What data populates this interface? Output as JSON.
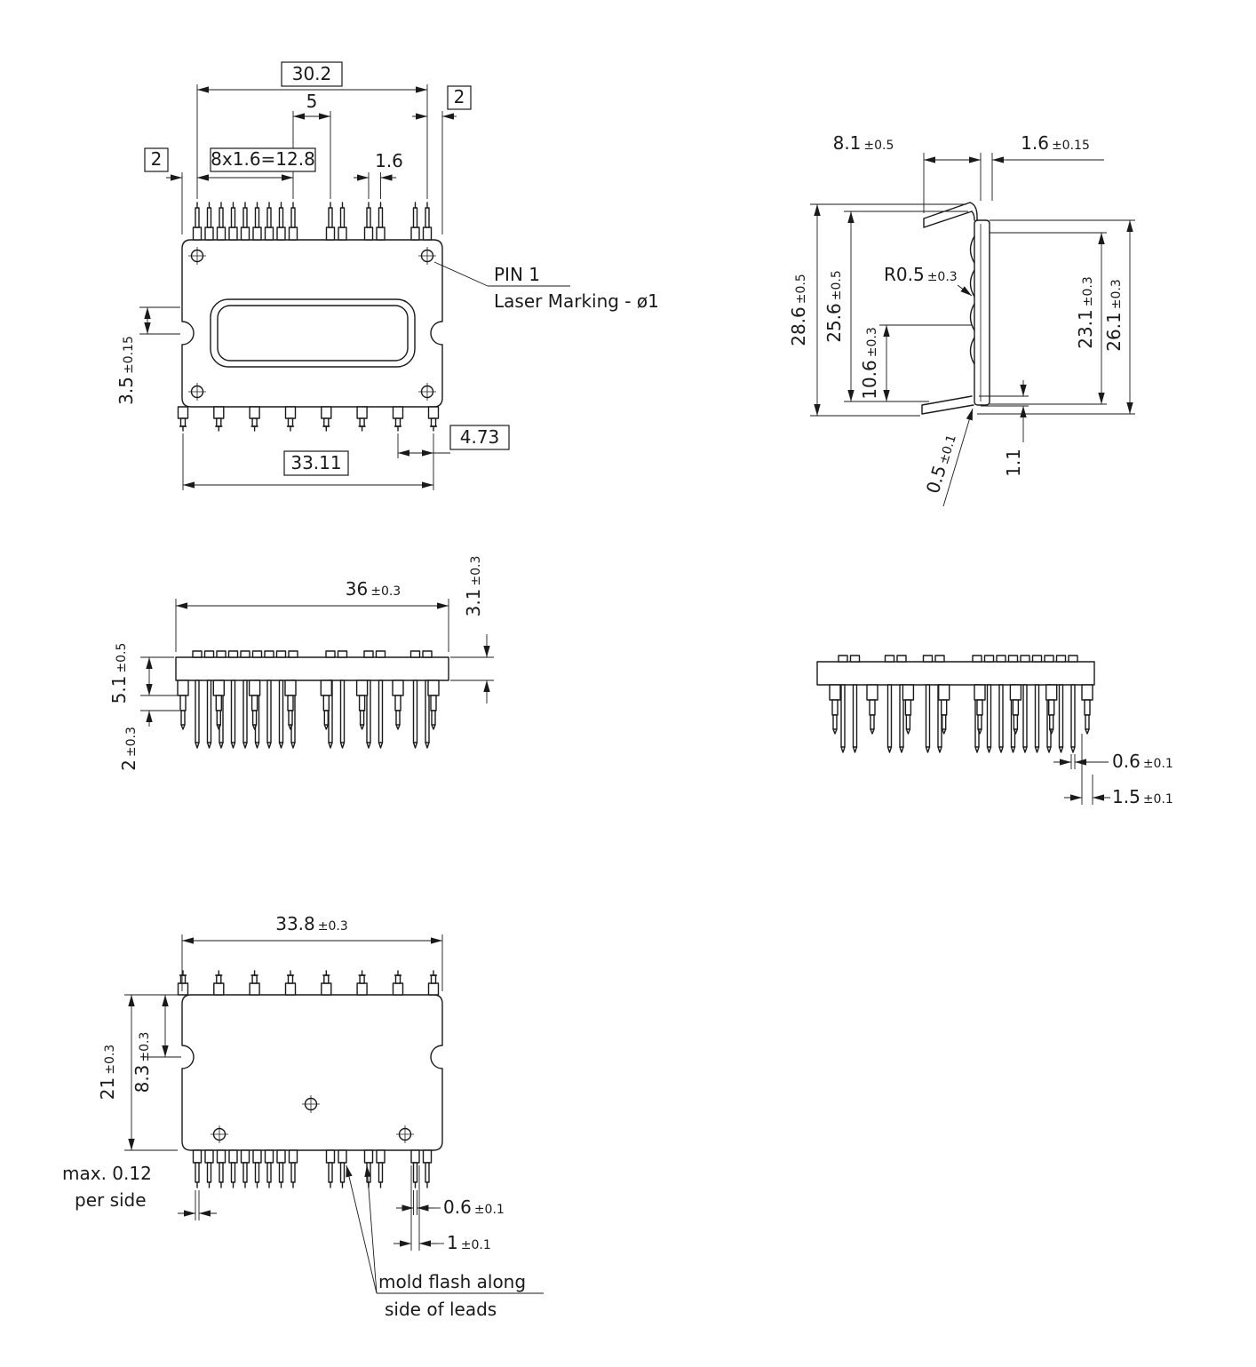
{
  "colors": {
    "ink": "#1a1a1a",
    "paper": "#ffffff"
  },
  "top_view": {
    "dim_overall_pins": "30.2",
    "dim_group_gap": "5",
    "dim_edge_left": "2",
    "dim_edge_right": "2",
    "dim_pitch_group": "8x1.6=12.8",
    "dim_pitch_single": "1.6",
    "callout_pin1": "PIN 1",
    "callout_laser": "Laser Marking - ø1",
    "dim_notch": {
      "v": "3.5",
      "t": "±0.15"
    },
    "dim_pin_span": "33.11",
    "dim_pin_pitch": "4.73"
  },
  "side_view": {
    "dim_depth": {
      "v": "8.1",
      "t": "±0.5"
    },
    "dim_lead_thickness": {
      "v": "1.6",
      "t": "±0.15"
    },
    "dim_total_height": {
      "v": "28.6",
      "t": "±0.5"
    },
    "dim_body_height": {
      "v": "25.6",
      "t": "±0.5"
    },
    "dim_lower_height": {
      "v": "10.6",
      "t": "±0.3"
    },
    "dim_bend_radius": {
      "v": "R0.5",
      "t": "±0.3"
    },
    "dim_inner_height": {
      "v": "23.1",
      "t": "±0.3"
    },
    "dim_outer_height": {
      "v": "26.1",
      "t": "±0.3"
    },
    "dim_lead_offset": {
      "v": "0.5",
      "t": "±0.1"
    },
    "dim_lead_step": "1.1"
  },
  "front_view": {
    "dim_width": {
      "v": "36",
      "t": "±0.3"
    },
    "dim_cap_height": {
      "v": "3.1",
      "t": "±0.3"
    },
    "dim_shoulder_height": {
      "v": "5.1",
      "t": "±0.5"
    },
    "dim_standoff": {
      "v": "2",
      "t": "±0.3"
    }
  },
  "rear_view": {
    "dim_lead_width": {
      "v": "0.6",
      "t": "±0.1"
    },
    "dim_shoulder_width": {
      "v": "1.5",
      "t": "±0.1"
    }
  },
  "bottom_view": {
    "dim_body_width": {
      "v": "33.8",
      "t": "±0.3"
    },
    "dim_body_depth": {
      "v": "21",
      "t": "±0.3"
    },
    "dim_notch_offset": {
      "v": "8.3",
      "t": "±0.3"
    },
    "flash_note_line1": "max. 0.12",
    "flash_note_line2": "per side",
    "dim_lead_width": {
      "v": "0.6",
      "t": "±0.1"
    },
    "dim_lead_shoulder": {
      "v": "1",
      "t": "±0.1"
    },
    "mold_note_line1": "mold flash along",
    "mold_note_line2": "side of leads"
  }
}
